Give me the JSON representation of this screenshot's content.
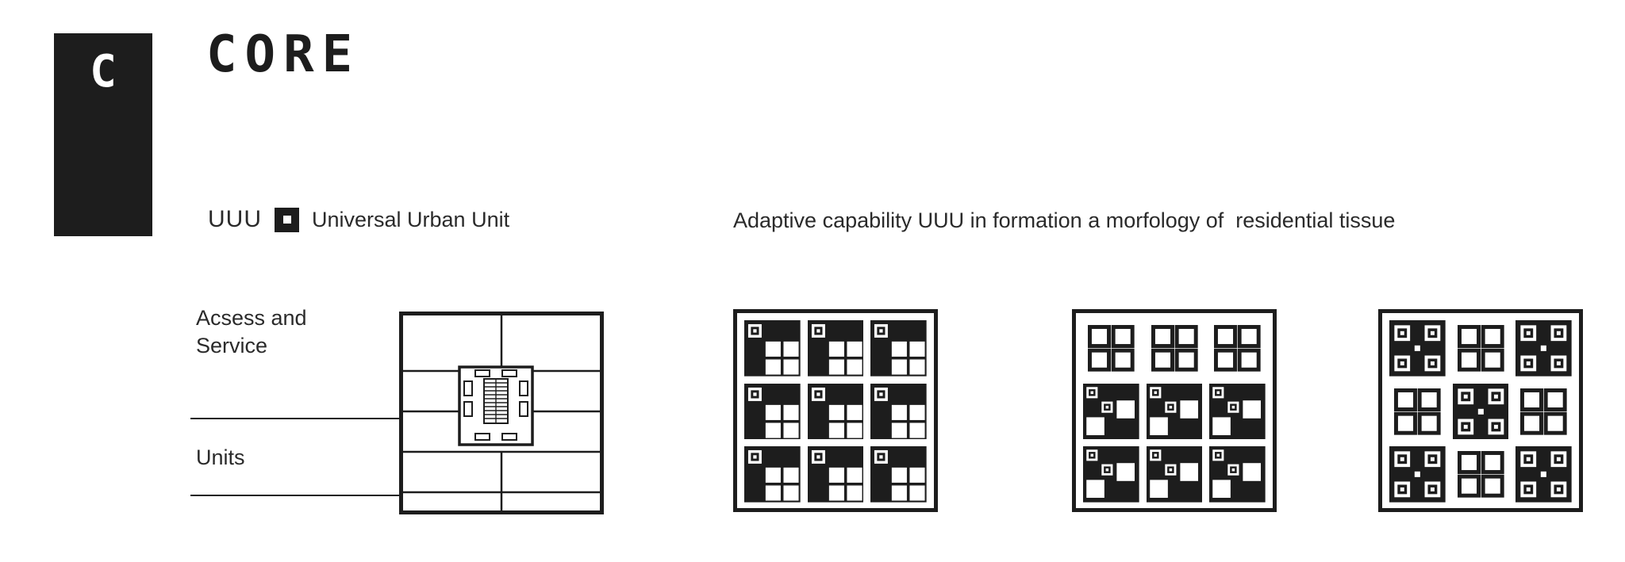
{
  "badge": {
    "letter": "C"
  },
  "title": "CORE",
  "legend": {
    "abbr": "UUU",
    "icon": "uuu-core-icon",
    "label": "Universal Urban Unit"
  },
  "caption": "Adaptive capability UUU in formation a morfology of  residential tissue",
  "plan": {
    "labels": {
      "access": "Acsess and Service",
      "units": "Units"
    }
  },
  "grids": [
    {
      "name": "formation-stage-1",
      "cells": [
        "unit",
        "unit",
        "unit",
        "unit",
        "unit",
        "unit",
        "unit",
        "unit",
        "unit"
      ]
    },
    {
      "name": "formation-stage-2",
      "cells": [
        "frame",
        "frame",
        "frame",
        "scatter",
        "scatter",
        "scatter",
        "scatter",
        "scatter",
        "scatter"
      ]
    },
    {
      "name": "formation-stage-3",
      "cells": [
        "cluster",
        "frame",
        "cluster",
        "frame",
        "cluster",
        "frame",
        "cluster",
        "frame",
        "cluster"
      ]
    }
  ],
  "colors": {
    "ink": "#1d1d1d",
    "paper": "#ffffff"
  }
}
